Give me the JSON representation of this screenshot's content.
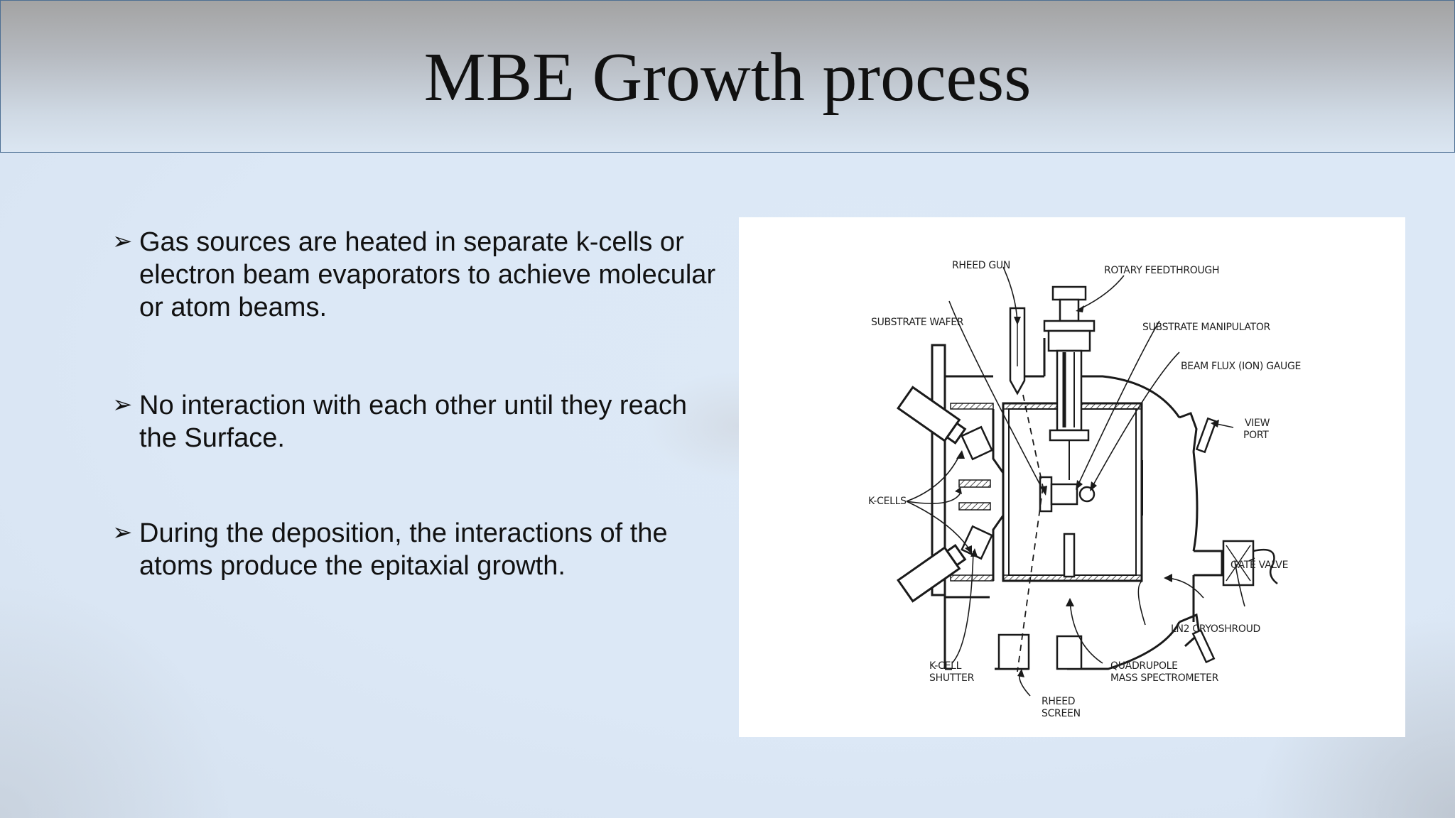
{
  "slide": {
    "title": "MBE Growth process",
    "bullets": [
      "Gas sources are heated in separate k-cells or electron beam evaporators to achieve molecular or atom beams.",
      "No interaction with each other until they reach the Surface.",
      "During the deposition, the interactions of the atoms produce the epitaxial growth."
    ],
    "bullet_icon": "arrow-bullet-icon"
  },
  "figure": {
    "labels": {
      "rheed_gun": "RHEED GUN",
      "rotary_feedthrough": "ROTARY FEEDTHROUGH",
      "substrate_wafer": "SUBSTRATE WAFER",
      "substrate_manipulator": "SUBSTRATE MANIPULATOR",
      "beam_flux_gauge": "BEAM FLUX (ION) GAUGE",
      "view_port_1": "VIEW",
      "view_port_2": "PORT",
      "k_cells": "K-CELLS",
      "gate_valve": "GATE VALVE",
      "ln2_cryoshroud": "LN2 CRYOSHROUD",
      "k_cell_shutter_1": "K-CELL",
      "k_cell_shutter_2": "SHUTTER",
      "quadrupole_1": "QUADRUPOLE",
      "quadrupole_2": "MASS SPECTROMETER",
      "rheed_screen_1": "RHEED",
      "rheed_screen_2": "SCREEN"
    }
  }
}
